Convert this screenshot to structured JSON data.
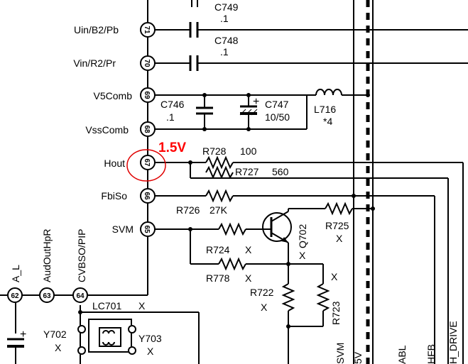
{
  "pins": [
    {
      "num": "71",
      "label": "Uin/B2/Pb"
    },
    {
      "num": "70",
      "label": "Vin/R2/Pr"
    },
    {
      "num": "69",
      "label": "V5Comb"
    },
    {
      "num": "68",
      "label": "VssComb"
    },
    {
      "num": "67",
      "label": "Hout"
    },
    {
      "num": "66",
      "label": "FbiSo"
    },
    {
      "num": "65",
      "label": "SVM"
    },
    {
      "num": "62",
      "label": "A_L"
    },
    {
      "num": "63",
      "label": "AudOutHpR"
    },
    {
      "num": "64",
      "label": "CVBSO/PIP"
    }
  ],
  "highlight": {
    "text": "1.5V",
    "color": "#ff0000"
  },
  "components": {
    "c749": {
      "ref": "C749",
      "val": ".1"
    },
    "c748": {
      "ref": "C748",
      "val": ".1"
    },
    "c746": {
      "ref": "C746",
      "val": ".1"
    },
    "c747": {
      "ref": "C747",
      "val": "10/50"
    },
    "l716": {
      "ref": "L716",
      "val": "*4"
    },
    "r728": {
      "ref": "R728",
      "val": "100"
    },
    "r727": {
      "ref": "R727",
      "val": "560"
    },
    "r726": {
      "ref": "R726",
      "val": "27K"
    },
    "r725": {
      "ref": "R725",
      "val": "X"
    },
    "q702": {
      "ref": "Q702",
      "val": "X"
    },
    "r724": {
      "ref": "R724",
      "val": "X"
    },
    "r778": {
      "ref": "R778",
      "val": "X"
    },
    "r722": {
      "ref": "R722",
      "val": "X"
    },
    "r723": {
      "ref": "R723",
      "val": "X"
    },
    "lc701": {
      "ref": "LC701",
      "val": "X"
    },
    "y702": {
      "ref": "Y702",
      "val": "X"
    },
    "y703": {
      "ref": "Y703",
      "val": "X"
    }
  },
  "bottom_labels": [
    "SVM",
    "5V",
    "ABL",
    "HFB",
    "H_DRIVE"
  ]
}
